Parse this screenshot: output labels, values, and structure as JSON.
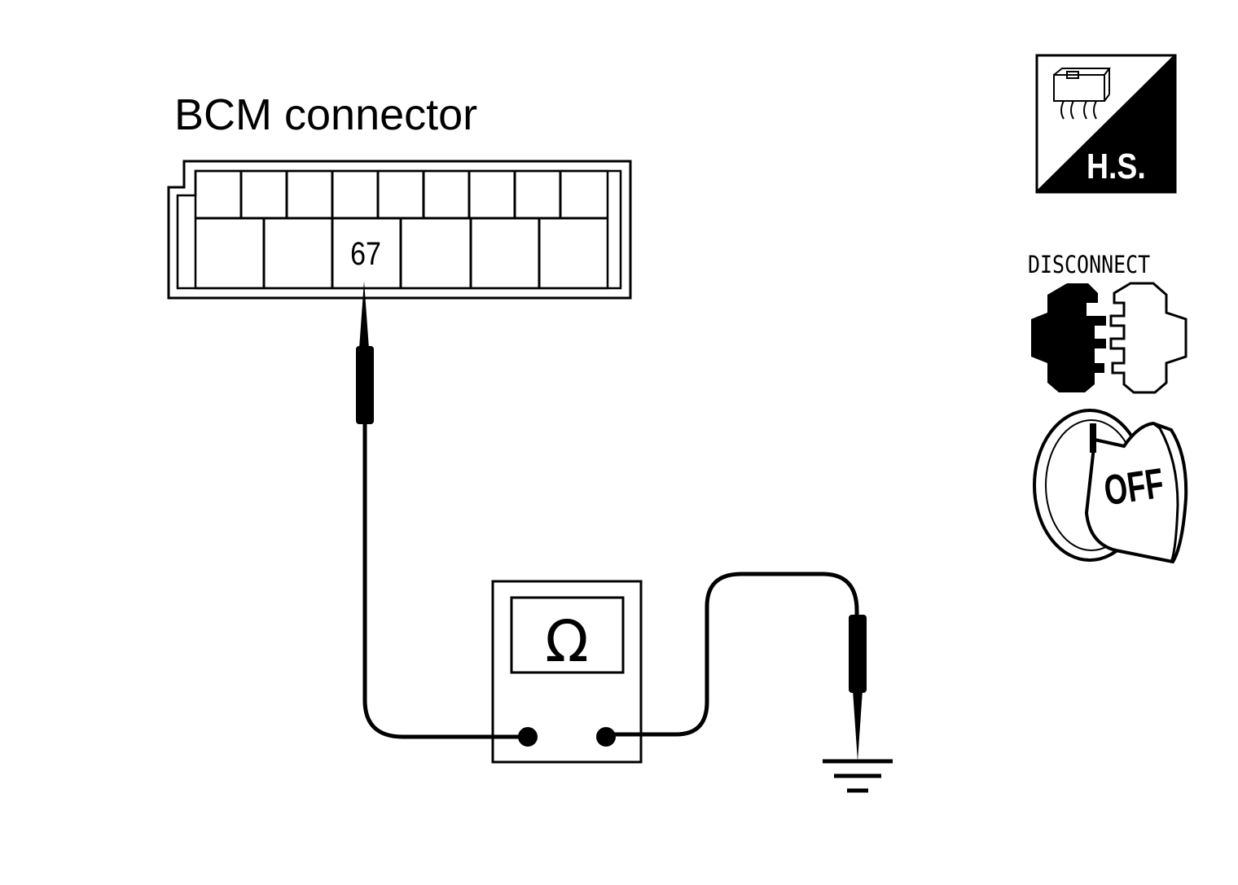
{
  "diagram": {
    "connector_title": "BCM connector",
    "terminal_number": "67",
    "meter_symbol": "Ω"
  },
  "icons": {
    "harness_side_label": "H.S.",
    "disconnect_label": "DISCONNECT",
    "ignition_label": "OFF"
  }
}
